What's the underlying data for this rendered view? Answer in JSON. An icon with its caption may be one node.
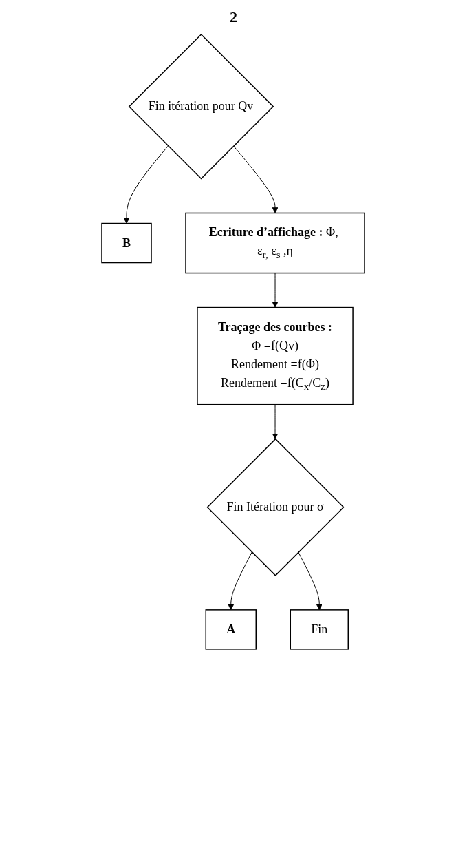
{
  "diagram": {
    "nodes": [
      {
        "text": [
          "Fin itération pour Qv"
        ]
      },
      {
        "text": [
          "B"
        ]
      },
      {
        "text": [
          "**Ecriture d’affichage :** Φ, ε$_{r,}$ ε$_{s}$ ,η"
        ]
      },
      {
        "text": [
          "**Traçage des courbes :**",
          "Φ =f(Qv)",
          "Rendement =f(Φ)",
          "Rendement =f(C$_{x}$/C$_{z}$)"
        ]
      },
      {
        "text": [
          "Fin Itération pour σ"
        ]
      },
      {
        "text": [
          "A"
        ]
      },
      {
        "text": [
          "Fin"
        ]
      }
    ],
    "edges": [
      {
        "from": 0,
        "to": 1,
        "arrow": "to"
      },
      {
        "from": 0,
        "to": 2,
        "arrow": "to"
      },
      {
        "from": 2,
        "to": 3,
        "arrow": "to"
      },
      {
        "from": 3,
        "to": 4,
        "arrow": "to"
      },
      {
        "from": 4,
        "to": 5,
        "arrow": "to"
      },
      {
        "from": 4,
        "to": 6,
        "arrow": "to"
      }
    ],
    "labels": [
      "2"
    ]
  }
}
